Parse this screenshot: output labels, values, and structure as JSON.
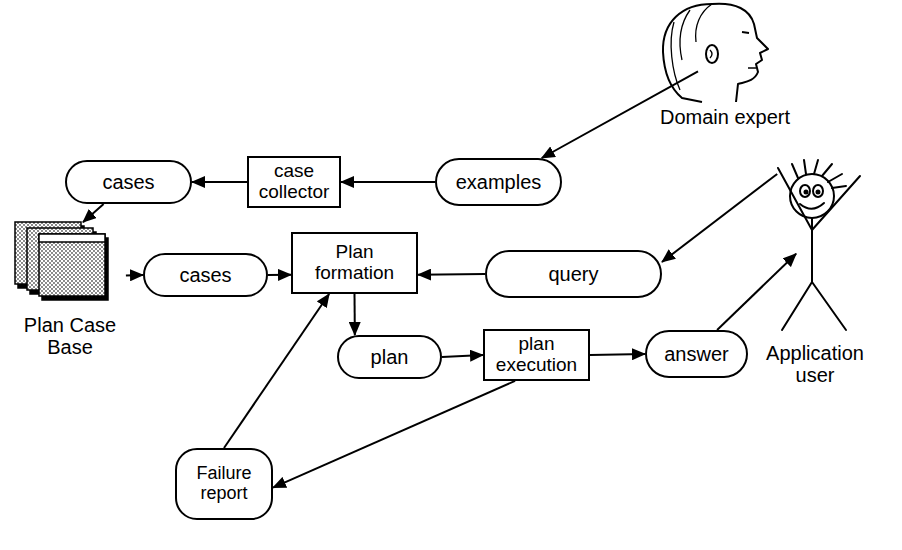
{
  "diagram": {
    "nodes": [
      {
        "text": [
          "Domain expert"
        ]
      },
      {
        "text": [
          "examples"
        ]
      },
      {
        "text": [
          "case collector"
        ]
      },
      {
        "text": [
          "cases"
        ]
      },
      {
        "text": [
          "Plan Case Base"
        ]
      },
      {
        "text": [
          "cases"
        ]
      },
      {
        "text": [
          "Plan formation"
        ]
      },
      {
        "text": [
          "query"
        ]
      },
      {
        "text": [
          "Application user"
        ]
      },
      {
        "text": [
          "plan"
        ]
      },
      {
        "text": [
          "plan execution"
        ]
      },
      {
        "text": [
          "answer"
        ]
      },
      {
        "text": [
          "Failure report"
        ]
      }
    ],
    "edges": [
      {
        "from": 0,
        "to": 1,
        "arrow": "to"
      },
      {
        "from": 1,
        "to": 2,
        "arrow": "to"
      },
      {
        "from": 2,
        "to": 3,
        "arrow": "to"
      },
      {
        "from": 3,
        "to": 4,
        "arrow": "to"
      },
      {
        "from": 4,
        "to": 5,
        "arrow": "to"
      },
      {
        "from": 5,
        "to": 6,
        "arrow": "to"
      },
      {
        "from": 7,
        "to": 6,
        "arrow": "to"
      },
      {
        "from": 8,
        "to": 7,
        "arrow": "to"
      },
      {
        "from": 6,
        "to": 9,
        "arrow": "to"
      },
      {
        "from": 9,
        "to": 10,
        "arrow": "to"
      },
      {
        "from": 10,
        "to": 11,
        "arrow": "to"
      },
      {
        "from": 11,
        "to": 8,
        "arrow": "to"
      },
      {
        "from": 10,
        "to": 12,
        "arrow": "to"
      },
      {
        "from": 12,
        "to": 6,
        "arrow": "to"
      }
    ]
  }
}
